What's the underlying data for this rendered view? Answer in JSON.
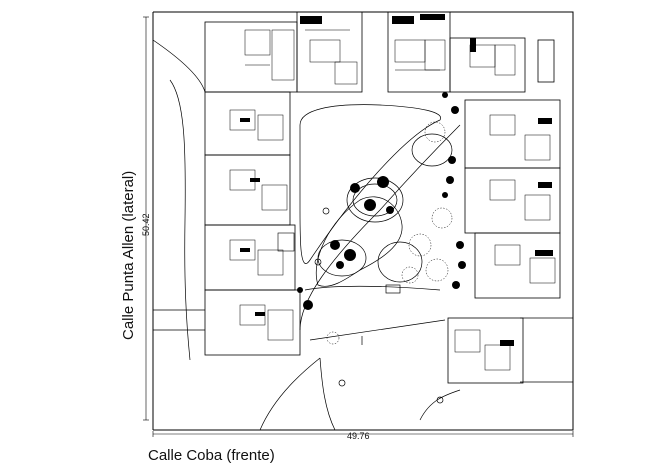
{
  "labels": {
    "side_street": "Calle Punta Allen (lateral)",
    "front_street": "Calle Coba (frente)"
  },
  "dimensions": {
    "height": "50.42",
    "width": "49.76"
  },
  "colors": {
    "line": "#000000",
    "background": "#ffffff"
  }
}
